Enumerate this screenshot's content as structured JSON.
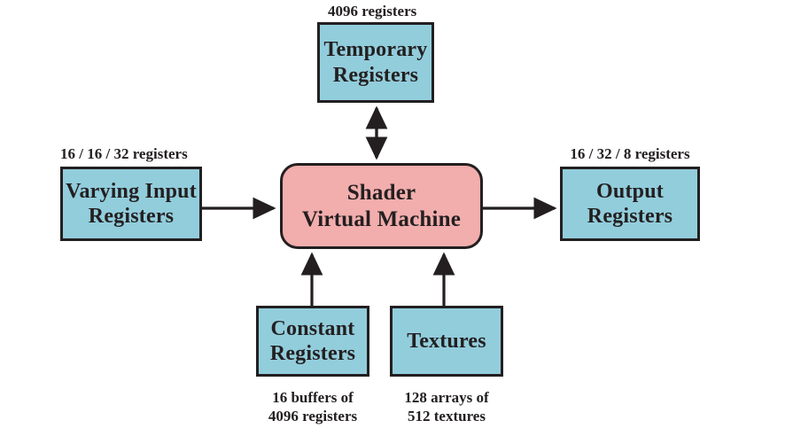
{
  "diagram": {
    "title": "Shader Virtual Machine block diagram",
    "colors": {
      "box_fill": "#92CDDC",
      "vm_fill": "#F2ADAD",
      "stroke": "#231F20",
      "background": "#FFFFFF"
    },
    "nodes": {
      "temporary_registers": {
        "line1": "Temporary",
        "line2": "Registers",
        "caption": "4096 registers"
      },
      "varying_input_registers": {
        "line1": "Varying Input",
        "line2": "Registers",
        "caption": "16 / 16 / 32 registers"
      },
      "shader_virtual_machine": {
        "line1": "Shader",
        "line2": "Virtual Machine"
      },
      "output_registers": {
        "line1": "Output",
        "line2": "Registers",
        "caption": "16 / 32 / 8 registers"
      },
      "constant_registers": {
        "line1": "Constant",
        "line2": "Registers",
        "caption_line1": "16 buffers of",
        "caption_line2": "4096 registers"
      },
      "textures": {
        "line1": "Textures",
        "line2": "",
        "caption_line1": "128 arrays of",
        "caption_line2": "512 textures"
      }
    },
    "edges": [
      {
        "name": "varying-input-to-vm",
        "direction": "one-way",
        "from": "varying_input_registers",
        "to": "shader_virtual_machine"
      },
      {
        "name": "vm-to-output",
        "direction": "one-way",
        "from": "shader_virtual_machine",
        "to": "output_registers"
      },
      {
        "name": "vm-temporary-bidirectional",
        "direction": "two-way",
        "from": "shader_virtual_machine",
        "to": "temporary_registers"
      },
      {
        "name": "constant-to-vm",
        "direction": "one-way",
        "from": "constant_registers",
        "to": "shader_virtual_machine"
      },
      {
        "name": "textures-to-vm",
        "direction": "one-way",
        "from": "textures",
        "to": "shader_virtual_machine"
      }
    ]
  }
}
